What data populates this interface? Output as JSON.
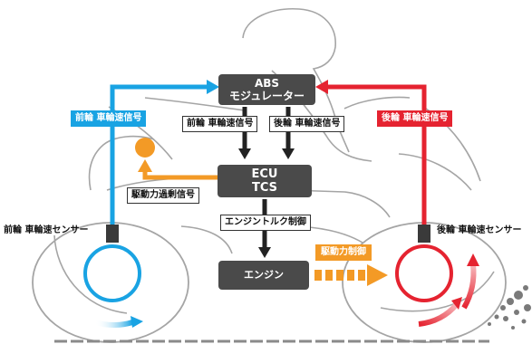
{
  "nodes": {
    "abs": {
      "line1": "ABS",
      "line2": "モジュレーター"
    },
    "ecu": {
      "line1": "ECU",
      "line2": "TCS"
    },
    "engine": {
      "label": "エンジン"
    }
  },
  "labels": {
    "front_speed_signal": "前輪 車輪速信号",
    "rear_speed_signal": "後輪 車輪速信号",
    "front_speed_signal_inner": "前輪 車輪速信号",
    "rear_speed_signal_inner": "後輪 車輪速信号",
    "excess_drive_signal": "駆動力過剰信号",
    "engine_torque_control": "エンジントルク制御",
    "drive_force_control": "駆動力制御",
    "front_sensor": "前輪 車輪速センサー",
    "rear_sensor": "後輪 車輪速センサー"
  },
  "colors": {
    "front": "#19a3e3",
    "rear": "#e52330",
    "drive": "#f39a26",
    "box": "#4a4a4a",
    "outline": "#9a9a9a"
  }
}
